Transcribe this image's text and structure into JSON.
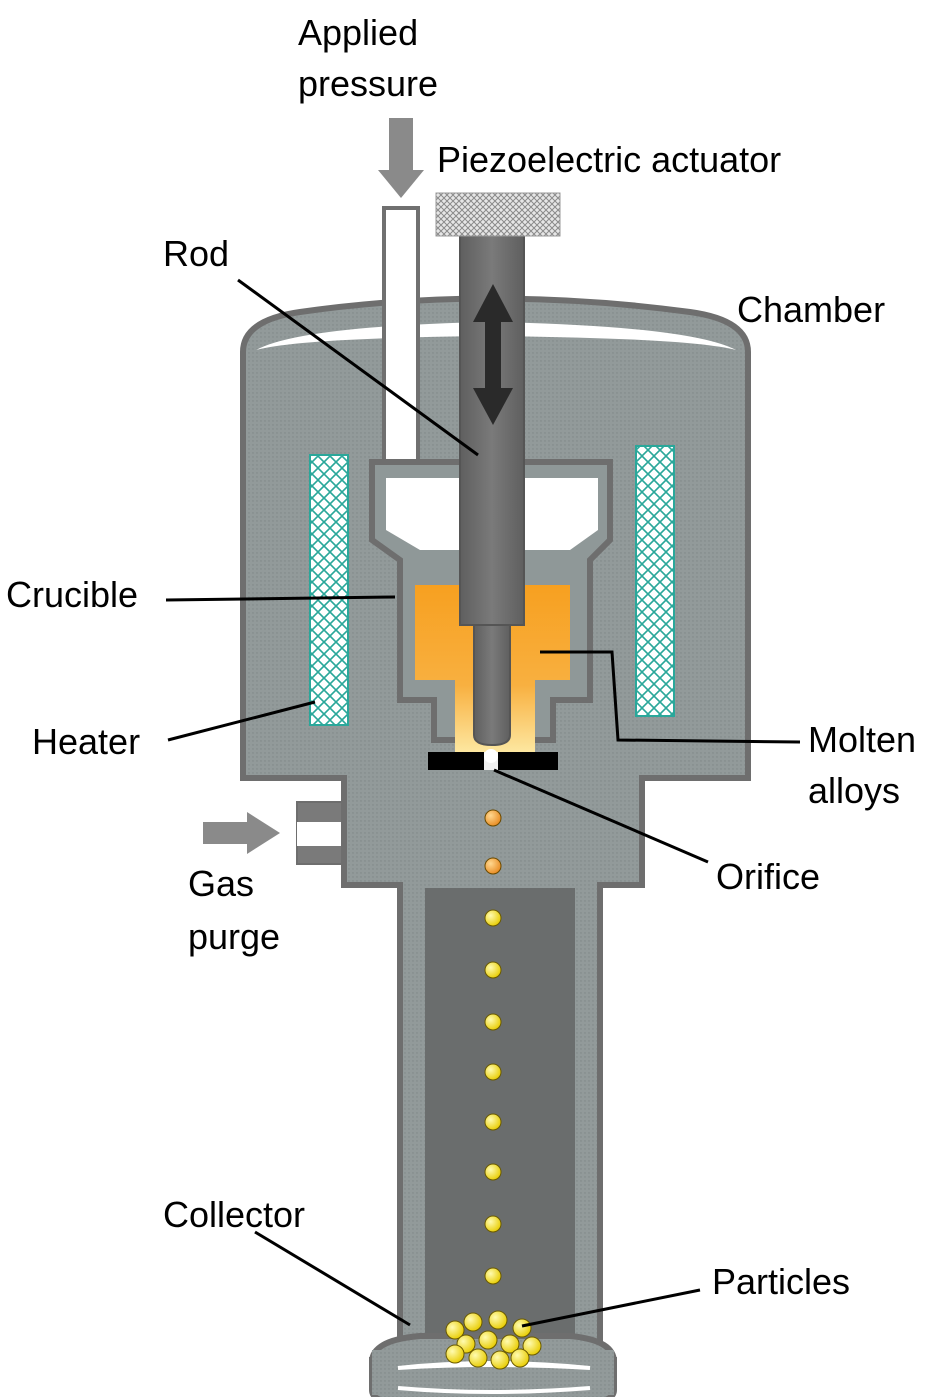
{
  "labels": {
    "applied_pressure_line1": "Applied",
    "applied_pressure_line2": "pressure",
    "piezo": "Piezoelectric actuator",
    "rod": "Rod",
    "chamber": "Chamber",
    "crucible": "Crucible",
    "heater": "Heater",
    "molten_line1": "Molten",
    "molten_line2": "alloys",
    "orifice": "Orifice",
    "gas_line1": "Gas",
    "gas_line2": "purge",
    "collector": "Collector",
    "particles": "Particles"
  },
  "colors": {
    "chamber_fill": "#8f9898",
    "chamber_stroke": "#6e6e6e",
    "tube_dark": "#6a6d6d",
    "rod": "#6f6f6f",
    "molten": "#f7a020",
    "heater_pattern": "#2aa79a",
    "particle_orange": "#f0a030",
    "particle_yellow": "#f5e020",
    "orifice_plate": "#000000"
  }
}
